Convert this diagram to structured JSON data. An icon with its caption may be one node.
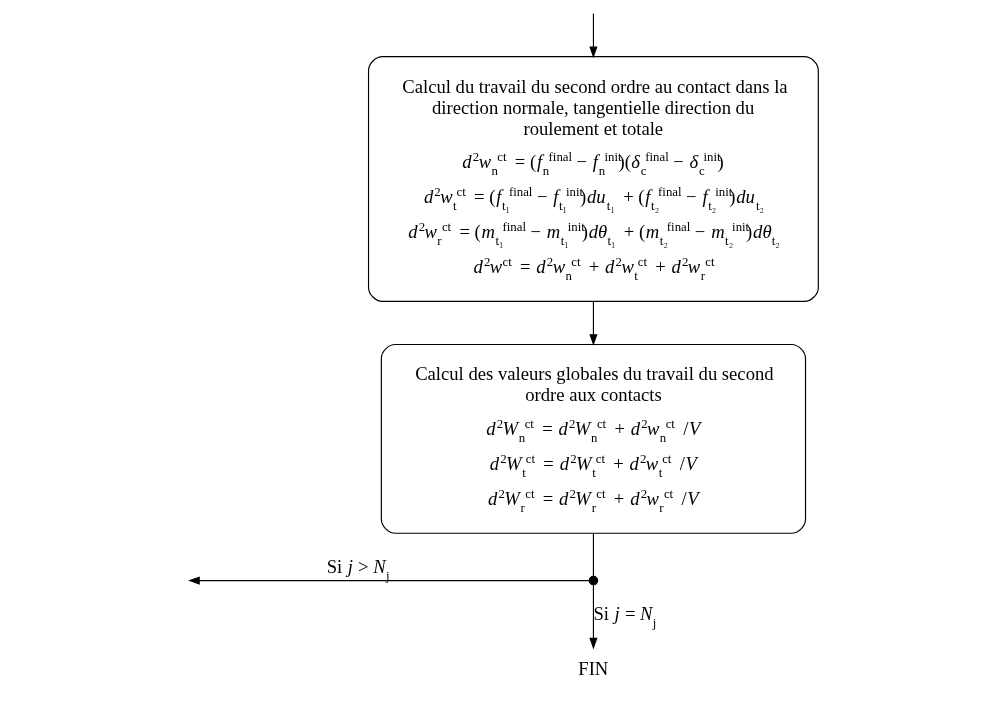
{
  "diagram": {
    "nodes": [
      {
        "text": [
          "Calcul du travail du second ordre au contact dans la direction normale, tangentielle direction du roulement et totale",
          "*d*$^{2}$*w*$_{n}$$^{ct}$ = (*f*$_{n}$$^{final}$ − *f*$_{n}$$^{init}$)(*δ*$_{c}$$^{final}$ − *δ*$_{c}$$^{init}$)",
          "*d*$^{2}$*w*$_{t}$$^{ct}$ = (*f*$_{t₁}$$^{final}$ − *f*$_{t₁}$$^{init}$)*du*$_{t₁}$ + (*f*$_{t₂}$$^{final}$ − *f*$_{t₂}$$^{init}$)*du*$_{t₂}$",
          "*d*$^{2}$*w*$_{r}$$^{ct}$ = (*m*$_{t₁}$$^{final}$ − *m*$_{t₁}$$^{init}$)*dθ*$_{t₁}$ + (*m*$_{t₂}$$^{final}$ − *m*$_{t₂}$$^{init}$)*dθ*$_{t₂}$",
          "*d*$^{2}$*w*$^{ct}$ = *d*$^{2}$*w*$_{n}$$^{ct}$ + *d*$^{2}$*w*$_{t}$$^{ct}$ + *d*$^{2}$*w*$_{r}$$^{ct}$"
        ]
      },
      {
        "text": [
          "Calcul des valeurs globales du travail du second ordre aux contacts",
          "*d*$^{2}$*W*$_{n}$$^{ct}$ = *d*$^{2}$*W*$_{n}$$^{ct}$ + *d*$^{2}$*w*$_{n}$$^{ct}$ /*V*",
          "*d*$^{2}$*W*$_{t}$$^{ct}$ = *d*$^{2}$*W*$_{t}$$^{ct}$ + *d*$^{2}$*w*$_{t}$$^{ct}$ /*V*",
          "*d*$^{2}$*W*$_{r}$$^{ct}$ = *d*$^{2}$*W*$_{r}$$^{ct}$ + *d*$^{2}$*w*$_{r}$$^{ct}$ /*V*"
        ]
      },
      {
        "text": [],
        "shape": "circle"
      },
      {
        "text": [
          "FIN"
        ]
      }
    ],
    "edges": [
      {
        "from": null,
        "to": 0,
        "arrow": "to"
      },
      {
        "from": 0,
        "to": 1,
        "arrow": "to"
      },
      {
        "from": 1,
        "to": 2,
        "arrow": "none"
      },
      {
        "from": 2,
        "to": 3,
        "arrow": "to",
        "label": "Si *j* = *N*$_{j}$"
      },
      {
        "from": 2,
        "to": null,
        "arrow": "to",
        "label": "Si *j* > *N*$_{j}$"
      }
    ]
  }
}
